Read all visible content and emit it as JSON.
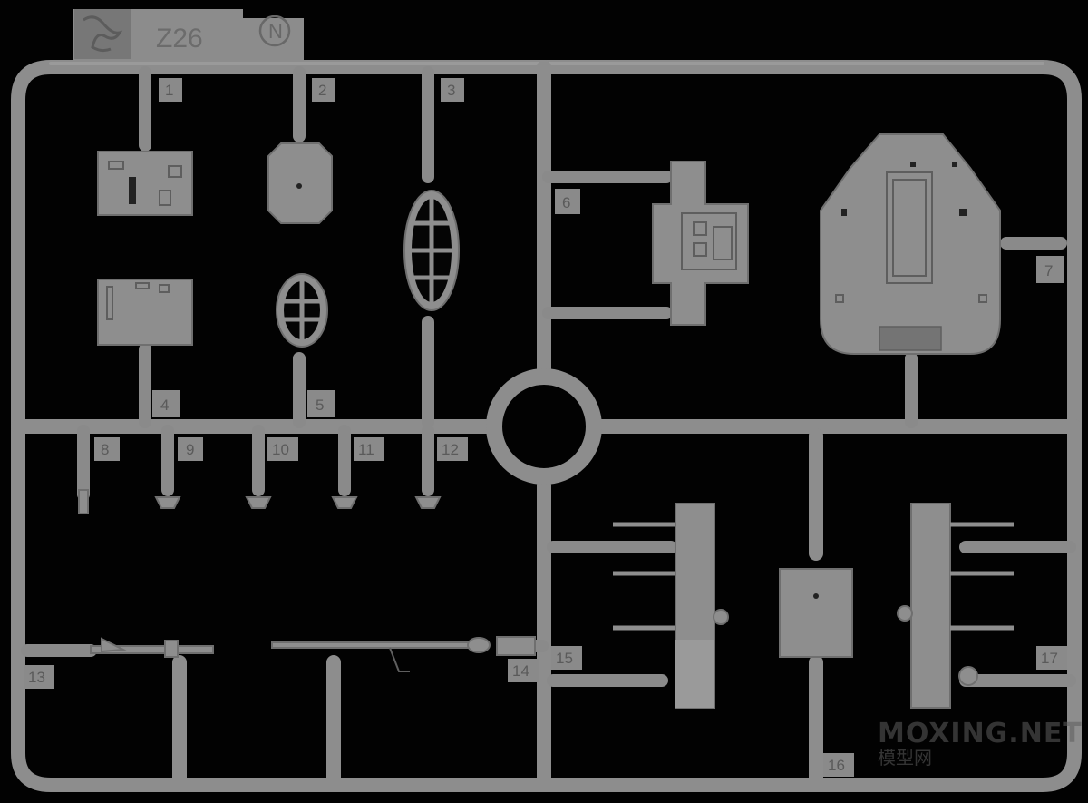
{
  "sprue": {
    "code": "Z26",
    "maker_mark": "N"
  },
  "part_numbers": [
    "1",
    "2",
    "3",
    "4",
    "5",
    "6",
    "7",
    "8",
    "9",
    "10",
    "11",
    "12",
    "13",
    "14",
    "15",
    "16",
    "17"
  ],
  "watermark": {
    "line1": "MOXING.NET",
    "line2": "模型网"
  }
}
